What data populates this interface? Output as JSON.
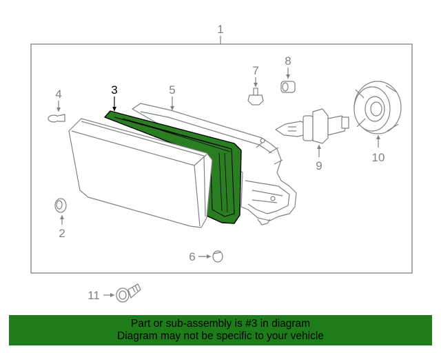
{
  "callouts": {
    "c1": "1",
    "c2": "2",
    "c3": "3",
    "c4": "4",
    "c5": "5",
    "c6": "6",
    "c7": "7",
    "c8": "8",
    "c9": "9",
    "c10": "10",
    "c11": "11"
  },
  "highlight": {
    "part": "3",
    "fill": "#2b7d22",
    "stroke": "#000000"
  },
  "banner": {
    "line1": "Part or sub-assembly is #3 in diagram",
    "line2": "Diagram may not be specific to your vehicle",
    "color": "#1e7d1a"
  }
}
